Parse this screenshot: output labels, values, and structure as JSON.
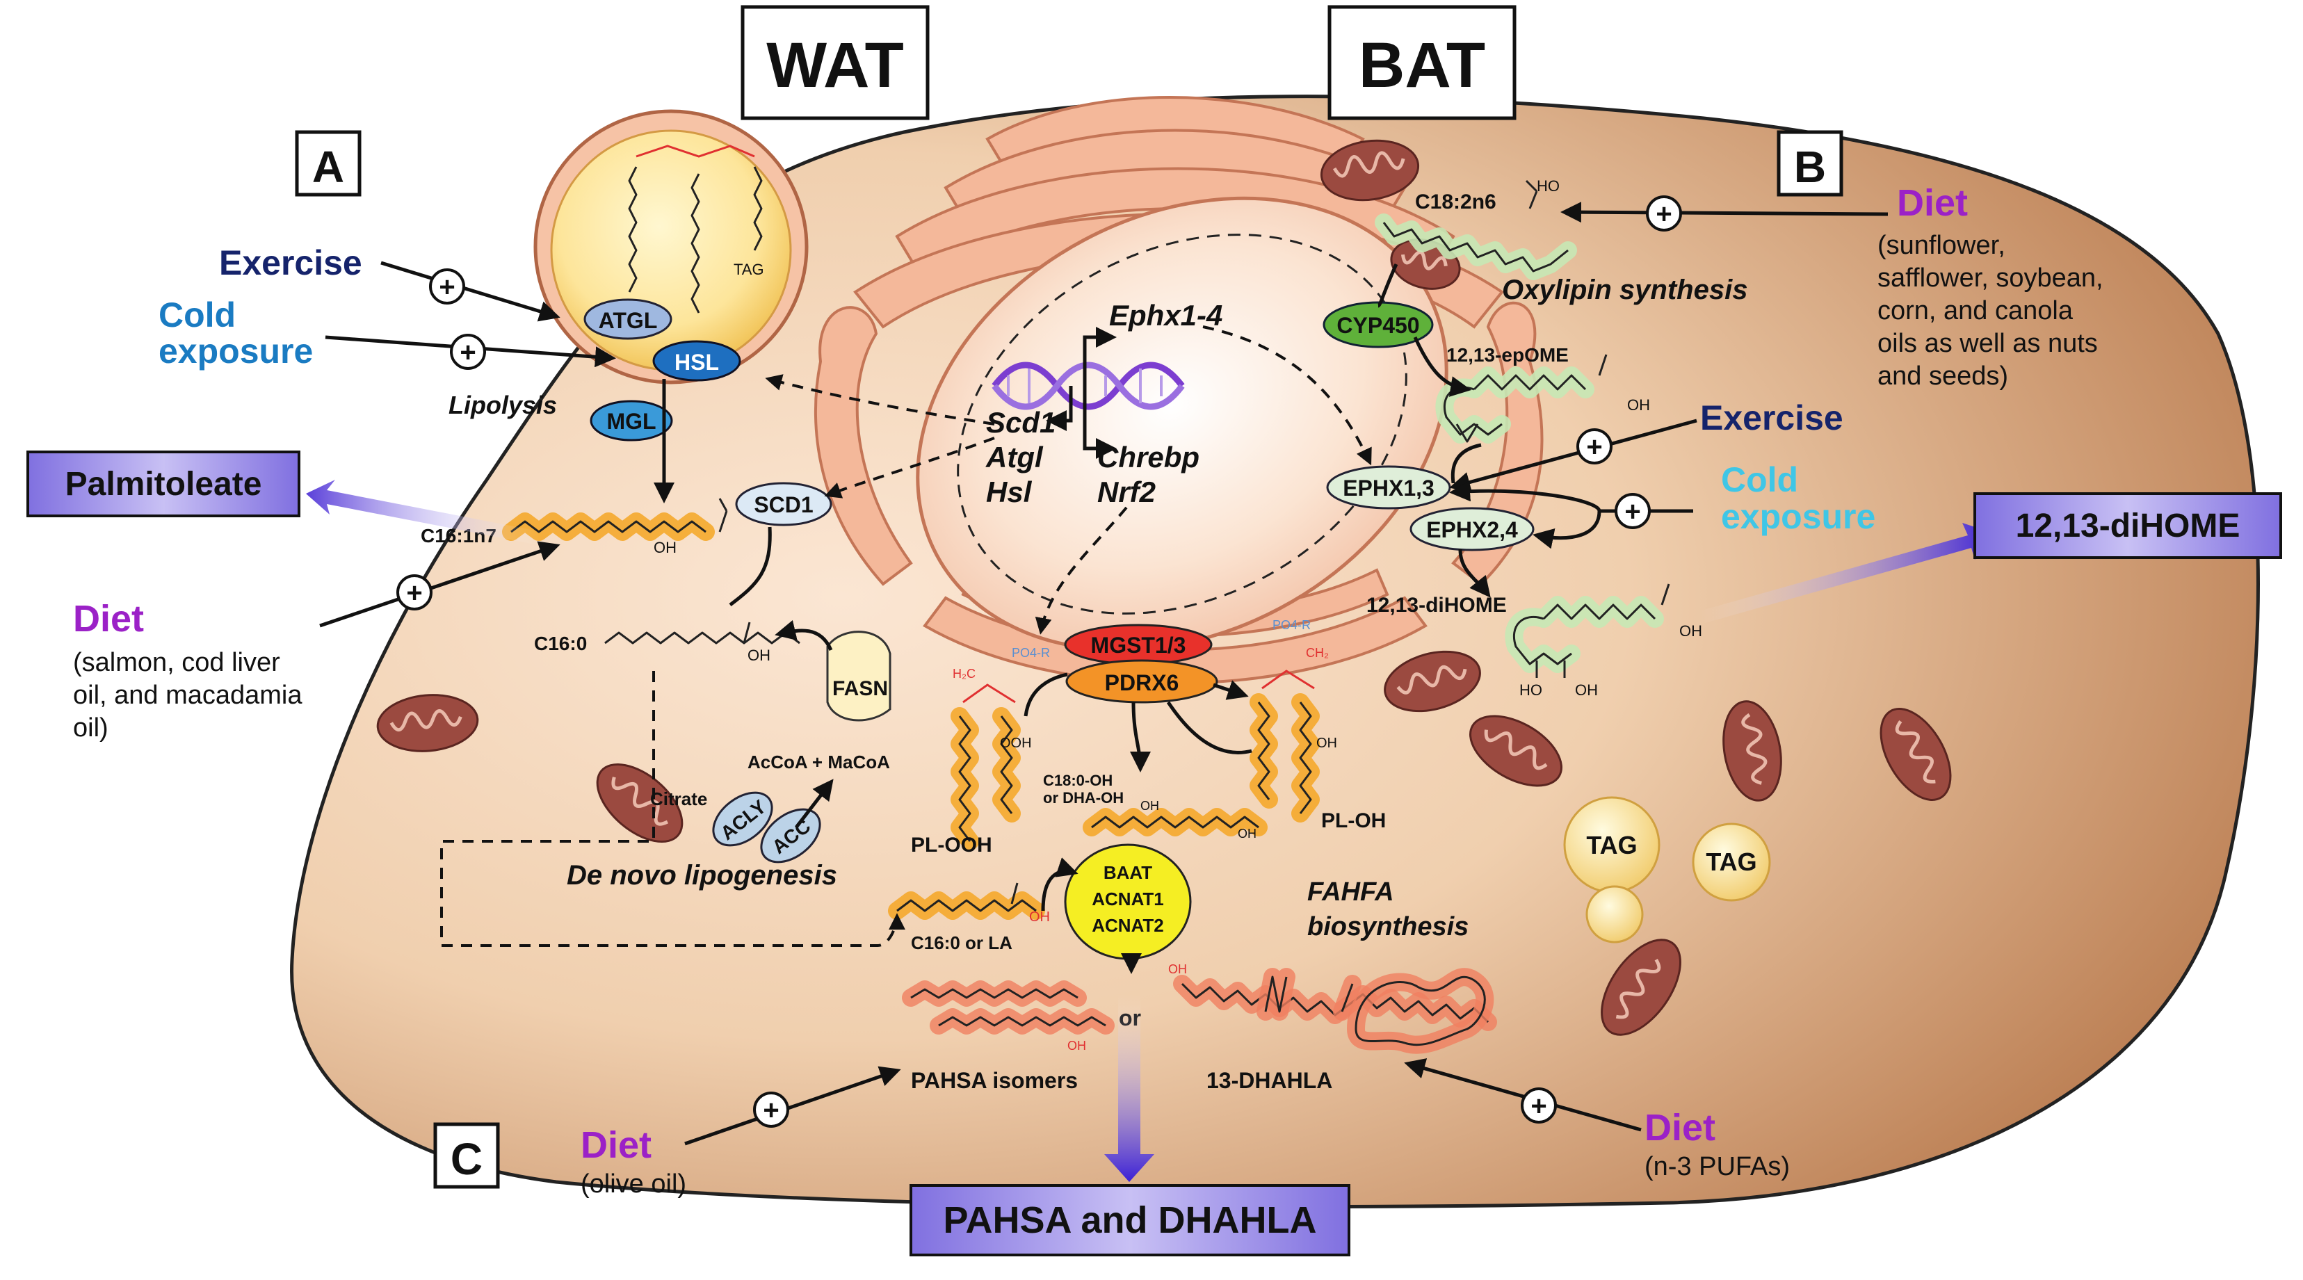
{
  "headers": {
    "wat": "WAT",
    "bat": "BAT"
  },
  "panels": {
    "a": "A",
    "b": "B",
    "c": "C"
  },
  "inputs": {
    "exercise_a": "Exercise",
    "cold_a": [
      "Cold",
      "exposure"
    ],
    "exercise_b": "Exercise",
    "cold_b": [
      "Cold",
      "exposure"
    ],
    "diet_a": {
      "title": "Diet",
      "desc": [
        "(salmon, cod liver",
        "oil, and macadamia",
        "oil)"
      ]
    },
    "diet_b": {
      "title": "Diet",
      "desc": [
        "(sunflower,",
        "safflower, soybean,",
        "corn, and canola",
        "oils as well as nuts",
        "and seeds)"
      ]
    },
    "diet_c1": {
      "title": "Diet",
      "desc": [
        "(olive oil)"
      ]
    },
    "diet_c2": {
      "title": "Diet",
      "desc": [
        "(n-3 PUFAs)"
      ]
    }
  },
  "outputs": {
    "palmitoleate": "Palmitoleate",
    "dihome": "12,13-diHOME",
    "pahsa_dhahla": "PAHSA and DHAHLA"
  },
  "enzymes": {
    "atgl": "ATGL",
    "hsl": "HSL",
    "mgl": "MGL",
    "scd1": "SCD1",
    "fasn": "FASN",
    "acly": "ACLY",
    "acc": "ACC",
    "cyp450": "CYP450",
    "ephx13": "EPHX1,3",
    "ephx24": "EPHX2,4",
    "mgst": "MGST1/3",
    "pdrx6": "PDRX6",
    "baat": [
      "BAAT",
      "ACNAT1",
      "ACNAT2"
    ]
  },
  "genes": {
    "ephx": "Ephx1-4",
    "left": [
      "Scd1",
      "Atgl",
      "Hsl"
    ],
    "right": [
      "Chrebp",
      "Nrf2"
    ]
  },
  "processes": {
    "lipolysis": "Lipolysis",
    "lipogenesis": "De novo lipogenesis",
    "oxylipin": "Oxylipin synthesis",
    "fahfa": [
      "FAHFA",
      "biosynthesis"
    ]
  },
  "molecules": {
    "tag_droplet": "TAG",
    "c16_1n7": "C16:1n7",
    "c16_0": "C16:0",
    "oh": "OH",
    "ooh": "OOH",
    "acco": "AcCoA + MaCoA",
    "citrate": "Citrate",
    "c18_2n6": "C18:2n6",
    "ho": "HO",
    "epome": "12,13-epOME",
    "dihome_label": "12,13-diHOME",
    "pl_ooh": "PL-OOH",
    "pl_oh": "PL-OH",
    "po4r": "PO4-R",
    "h2c": "H₂C",
    "ch2": "CH₂",
    "c18oh": [
      "C18:0-OH",
      "or DHA-OH"
    ],
    "c16_la": "C16:0 or LA",
    "or": "or",
    "pahsa_iso": "PAHSA isomers",
    "dhahla": "13-DHAHLA",
    "tag1": "TAG",
    "tag2": "TAG"
  },
  "symbols": {
    "plus": "+"
  },
  "colors": {
    "diet": "#9b21c7",
    "exercise": "#15236b",
    "cold_a": "#1a7bc2",
    "cold_b": "#3fc6e6",
    "atgl": "#9fb8e0",
    "hsl": "#1e6fc0",
    "mgl": "#3a9ad9",
    "scd1": "#dce9f5",
    "cyp450": "#5fb13a",
    "ephx": "#dfeed9",
    "mgst": "#e8312b",
    "pdrx6": "#f39327",
    "baat": "#f5ee23",
    "output_box": "#7b68d8"
  }
}
